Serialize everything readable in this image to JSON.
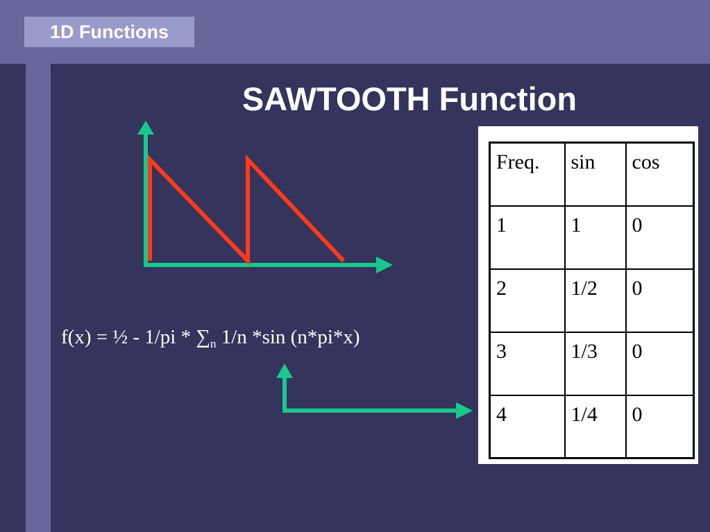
{
  "header": {
    "section_label": "1D Functions"
  },
  "slide": {
    "title": "SAWTOOTH Function"
  },
  "formula": {
    "lhs": "f(x) = ½ - 1/pi * ∑",
    "subscript": "n",
    "rhs": " 1/n *sin (n*pi*x)"
  },
  "table": {
    "headers": [
      "Freq.",
      "sin",
      "cos"
    ],
    "rows": [
      [
        "1",
        "1",
        "0"
      ],
      [
        "2",
        "1/2",
        "0"
      ],
      [
        "3",
        "1/3",
        "0"
      ],
      [
        "4",
        "1/4",
        "0"
      ]
    ]
  },
  "colors": {
    "background": "#34345c",
    "band": "#67679c",
    "tab": "#9b9bcb",
    "axis_arrow": "#17c98c",
    "sawtooth": "#ff3b1a"
  },
  "icons": [
    "y-axis-arrow-icon",
    "x-axis-arrow-icon",
    "connector-arrow-icon"
  ]
}
